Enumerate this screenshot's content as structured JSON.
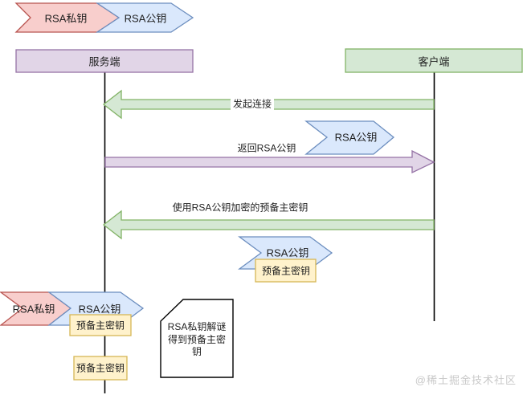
{
  "palette": {
    "pink_fill": "#f8cecc",
    "pink_border": "#b85450",
    "blue_fill": "#dae8fc",
    "blue_border": "#6c8ebf",
    "purple_fill": "#e1d5e7",
    "purple_border": "#9673a6",
    "green_fill": "#d5e8d4",
    "green_border": "#82b366",
    "yellow_fill": "#fff2cc",
    "yellow_border": "#d6b656",
    "watermark": "#c9c9c9"
  },
  "top_legend": {
    "private_key": "RSA私钥",
    "public_key": "RSA公钥"
  },
  "actors": {
    "server": "服务端",
    "client": "客户端"
  },
  "messages": {
    "initiate_connection": "发起连接",
    "return_public_key": "返回RSA公钥",
    "premaster_encrypted": "使用RSA公钥加密的预备主密钥"
  },
  "tokens": {
    "sent_public_key_banner": "RSA公钥",
    "client_public_key_banner": "RSA公钥",
    "client_premaster": "预备主密钥",
    "server_private_key_banner": "RSA私钥",
    "server_public_key_banner": "RSA公钥",
    "server_premaster_received": "预备主密钥",
    "server_premaster_decrypted": "预备主密钥"
  },
  "note": {
    "text": "RSA私钥解谜得到预备主密钥"
  },
  "watermark": "@稀土掘金技术社区"
}
